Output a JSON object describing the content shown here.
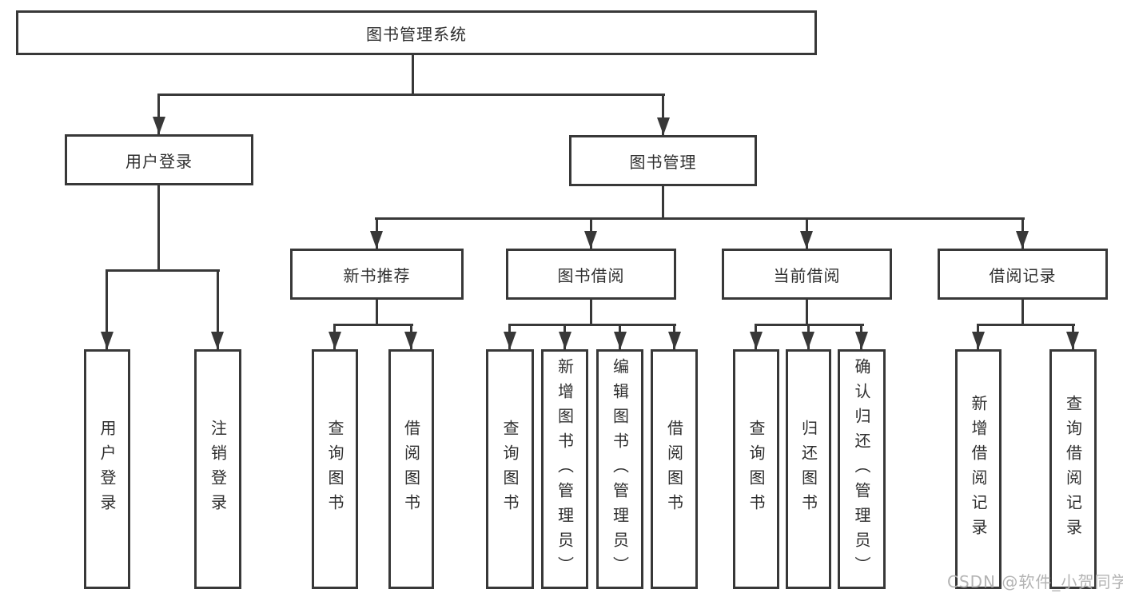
{
  "tree": {
    "root": "图书管理系统",
    "level2": [
      "用户登录",
      "图书管理"
    ],
    "level3": [
      "新书推荐",
      "图书借阅",
      "当前借阅",
      "借阅记录"
    ],
    "leaves": {
      "user_login": [
        "用户登录",
        "注销登录"
      ],
      "new_books": [
        "查询图书",
        "借阅图书"
      ],
      "book_borrow": [
        "查询图书",
        "新增图书（管理员）",
        "编辑图书（管理员）",
        "借阅图书"
      ],
      "current_borrow": [
        "查询图书",
        "归还图书",
        "确认归还（管理员）"
      ],
      "borrow_records": [
        "新增借阅记录",
        "查询借阅记录"
      ]
    }
  },
  "watermark": "CSDN @软件_小贺同学",
  "colors": {
    "line": "#383838",
    "text": "#2f2f2f",
    "box_background": "#ffffff",
    "watermark": "#b4b4b4"
  }
}
